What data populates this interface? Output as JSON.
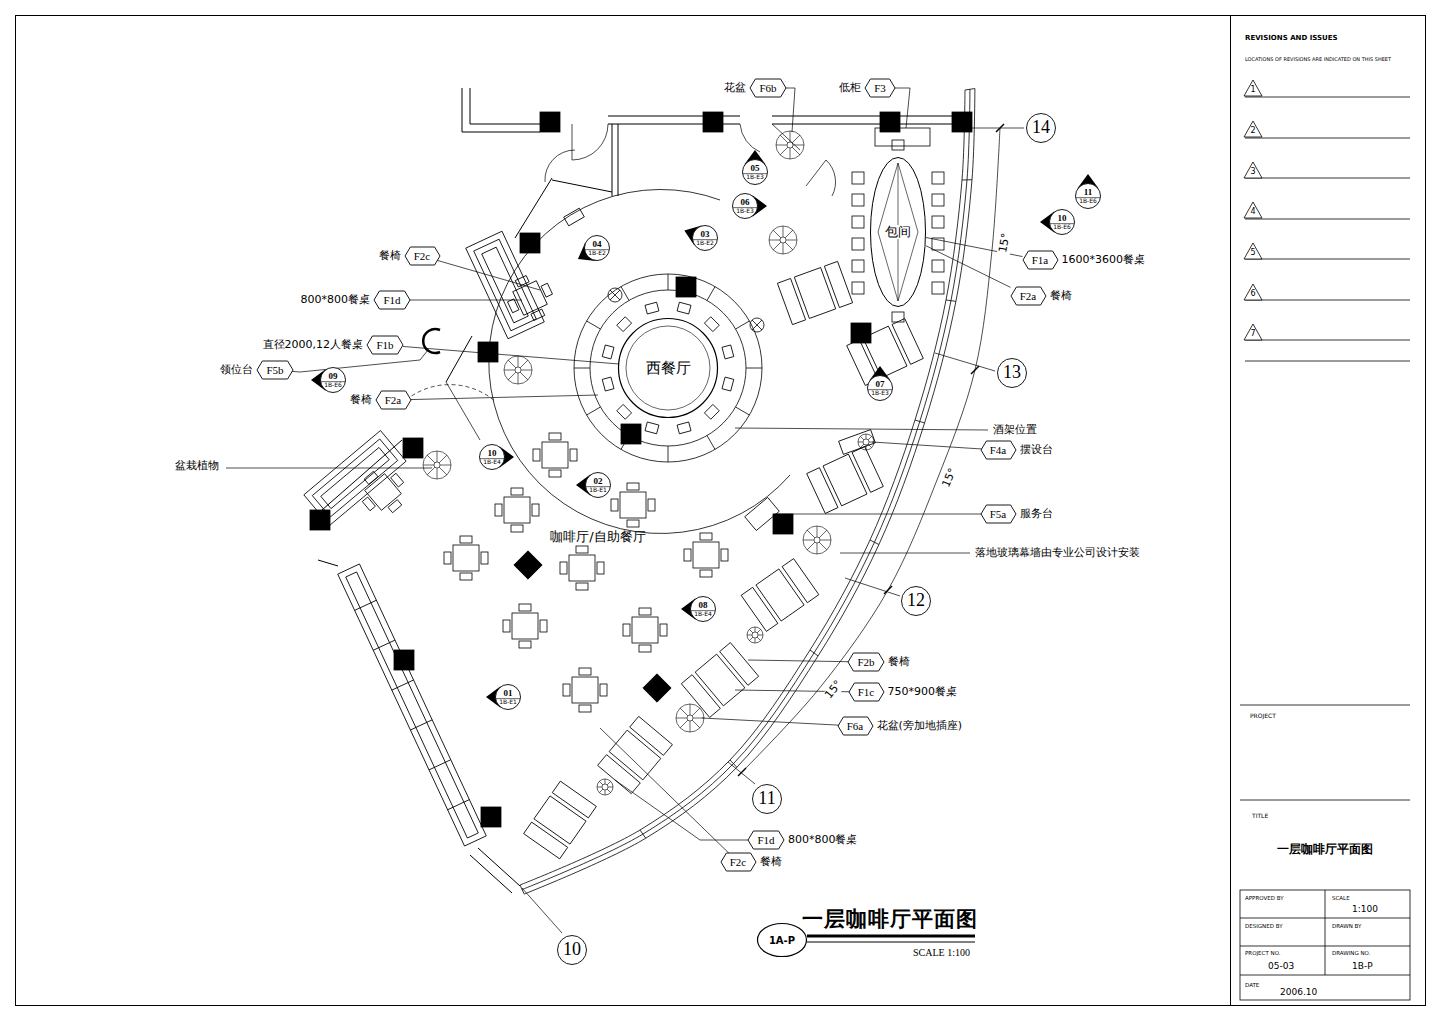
{
  "diagram": {
    "title": "一层咖啡厅平面图",
    "nodes": [
      {
        "text": [
          "F6b",
          "花盆"
        ]
      },
      {
        "text": [
          "F3",
          "低柜"
        ]
      },
      {
        "text": [
          "05",
          "1B-E3"
        ]
      },
      {
        "text": [
          "06",
          "1B-E3"
        ]
      },
      {
        "text": [
          "03",
          "1B-E2"
        ]
      },
      {
        "text": [
          "04",
          "1B-E2"
        ]
      },
      {
        "text": [
          "14"
        ]
      },
      {
        "text": [
          "11",
          "1B-E6"
        ]
      },
      {
        "text": [
          "10",
          "1B-E6"
        ]
      },
      {
        "text": [
          "包间"
        ]
      },
      {
        "text": [
          "F1a",
          "1600*3600餐桌"
        ]
      },
      {
        "text": [
          "F2a",
          "餐椅"
        ]
      },
      {
        "text": [
          "F2c",
          "餐椅"
        ]
      },
      {
        "text": [
          "F1d",
          "800*800餐桌"
        ]
      },
      {
        "text": [
          "F1b",
          "直径2000,12人餐桌"
        ]
      },
      {
        "text": [
          "西餐厅"
        ]
      },
      {
        "text": [
          "F5b",
          "领位台"
        ]
      },
      {
        "text": [
          "13"
        ]
      },
      {
        "text": [
          "09",
          "1B-E6"
        ]
      },
      {
        "text": [
          "F2a",
          "餐椅"
        ]
      },
      {
        "text": [
          "07",
          "1B-E3"
        ]
      },
      {
        "text": [
          "F4a",
          "摆设台"
        ]
      },
      {
        "text": [
          "10",
          "1B-E4"
        ]
      },
      {
        "text": [
          "02",
          "1B-E1"
        ]
      },
      {
        "text": [
          "F5a",
          "服务台"
        ]
      },
      {
        "text": [
          "12"
        ]
      },
      {
        "text": [
          "08",
          "1B-E4"
        ]
      },
      {
        "text": [
          "F2b",
          "餐椅"
        ]
      },
      {
        "text": [
          "F1c",
          "750*900餐桌"
        ]
      },
      {
        "text": [
          "01",
          "1B-E1"
        ]
      },
      {
        "text": [
          "F6a",
          "花盆(旁加地插座)"
        ]
      },
      {
        "text": [
          "11"
        ]
      },
      {
        "text": [
          "F1d",
          "800*800餐桌"
        ]
      },
      {
        "text": [
          "F2c",
          "餐椅"
        ]
      },
      {
        "text": [
          "10"
        ]
      },
      {
        "text": [
          "1A-P"
        ]
      },
      {
        "text": [
          "1"
        ]
      },
      {
        "text": [
          "2"
        ]
      },
      {
        "text": [
          "3"
        ]
      },
      {
        "text": [
          "4"
        ]
      },
      {
        "text": [
          "5"
        ]
      },
      {
        "text": [
          "6"
        ]
      },
      {
        "text": [
          "7"
        ]
      }
    ],
    "edges": [
      {
        "from": 14,
        "to": 15,
        "arrow": "none"
      },
      {
        "from": 10,
        "to": 9,
        "arrow": "none"
      },
      {
        "from": 11,
        "to": 9,
        "arrow": "none"
      }
    ],
    "labels": [
      "咖啡厅/自助餐厅",
      "盆栽植物",
      "酒架位置",
      "落地玻璃幕墙由专业公司设计安装",
      "15°",
      "15°",
      "15°",
      "SCALE 1:100",
      "REVISIONS AND ISSUES",
      "LOCATIONS OF REVISIONS ARE INDICATED ON THIS SHEET",
      "PROJECT",
      "TITLE",
      "一层咖啡厅平面图",
      "APPROVED BY",
      "SCALE",
      "1:100",
      "DESIGNED BY",
      "DRAWN BY",
      "PROJECT NO.",
      "DRAWING NO.",
      "05-03",
      "1B-P",
      "DATE",
      "2006.10"
    ]
  }
}
